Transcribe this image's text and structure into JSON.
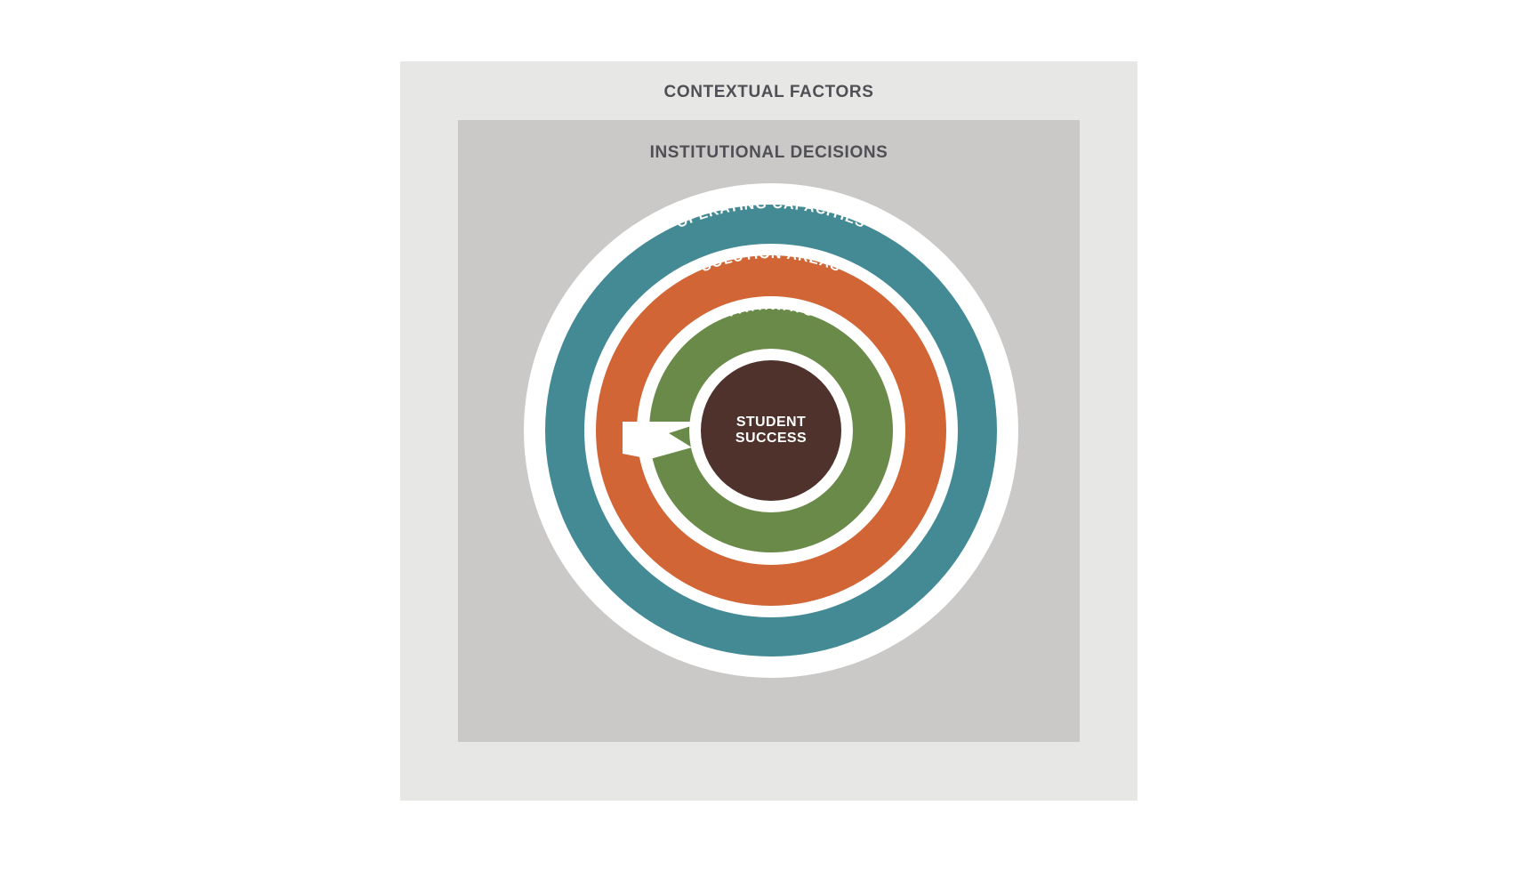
{
  "outer": {
    "title": "CONTEXTUAL FACTORS"
  },
  "inner": {
    "title": "INSTITUTIONAL DECISIONS"
  },
  "rings": {
    "operating": {
      "label": "OPERATING CAPACITIES",
      "color": "#438a95"
    },
    "solution": {
      "label": "SOLUTION AREAS",
      "color": "#d16535"
    },
    "pathways": {
      "label": "PATHWAYS",
      "color": "#698a48"
    }
  },
  "center": {
    "line1": "STUDENT",
    "line2": "SUCCESS",
    "color": "#4f322c"
  },
  "colors": {
    "outer_bg": "#e7e7e5",
    "inner_bg": "#cac9c7",
    "ring_gap": "#ffffff",
    "title_text": "#4f4f55"
  }
}
